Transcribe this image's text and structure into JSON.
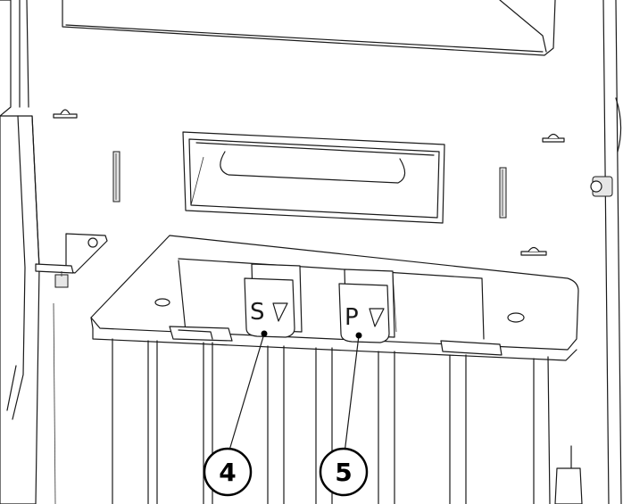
{
  "levers": [
    {
      "letter": "S",
      "name": "lever-s"
    },
    {
      "letter": "P",
      "name": "lever-p"
    }
  ],
  "callouts": [
    {
      "number": "4"
    },
    {
      "number": "5"
    }
  ]
}
